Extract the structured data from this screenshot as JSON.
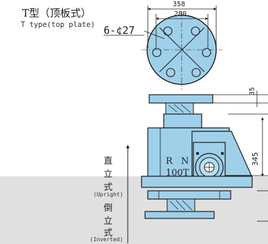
{
  "title": {
    "cn": "T型（顶板式）",
    "en": "T type(top plate)"
  },
  "dimensions": {
    "outer_width": "358",
    "bolt_circle": "280",
    "holes": "6-¢27",
    "plate_thickness": "35",
    "upright_height": "345"
  },
  "motor_labels": {
    "r": "R",
    "n": "N",
    "code": "100T"
  },
  "orientation": {
    "upright_chars": [
      "直",
      "立",
      "式"
    ],
    "upright_en": "(Upright)",
    "inverted_chars": [
      "倒",
      "立",
      "式"
    ],
    "inverted_en": "(Inverted)"
  },
  "colors": {
    "body_fill": "#9fd0ea",
    "line": "#1a1a1a",
    "lower_background": "#e0e0e0"
  }
}
